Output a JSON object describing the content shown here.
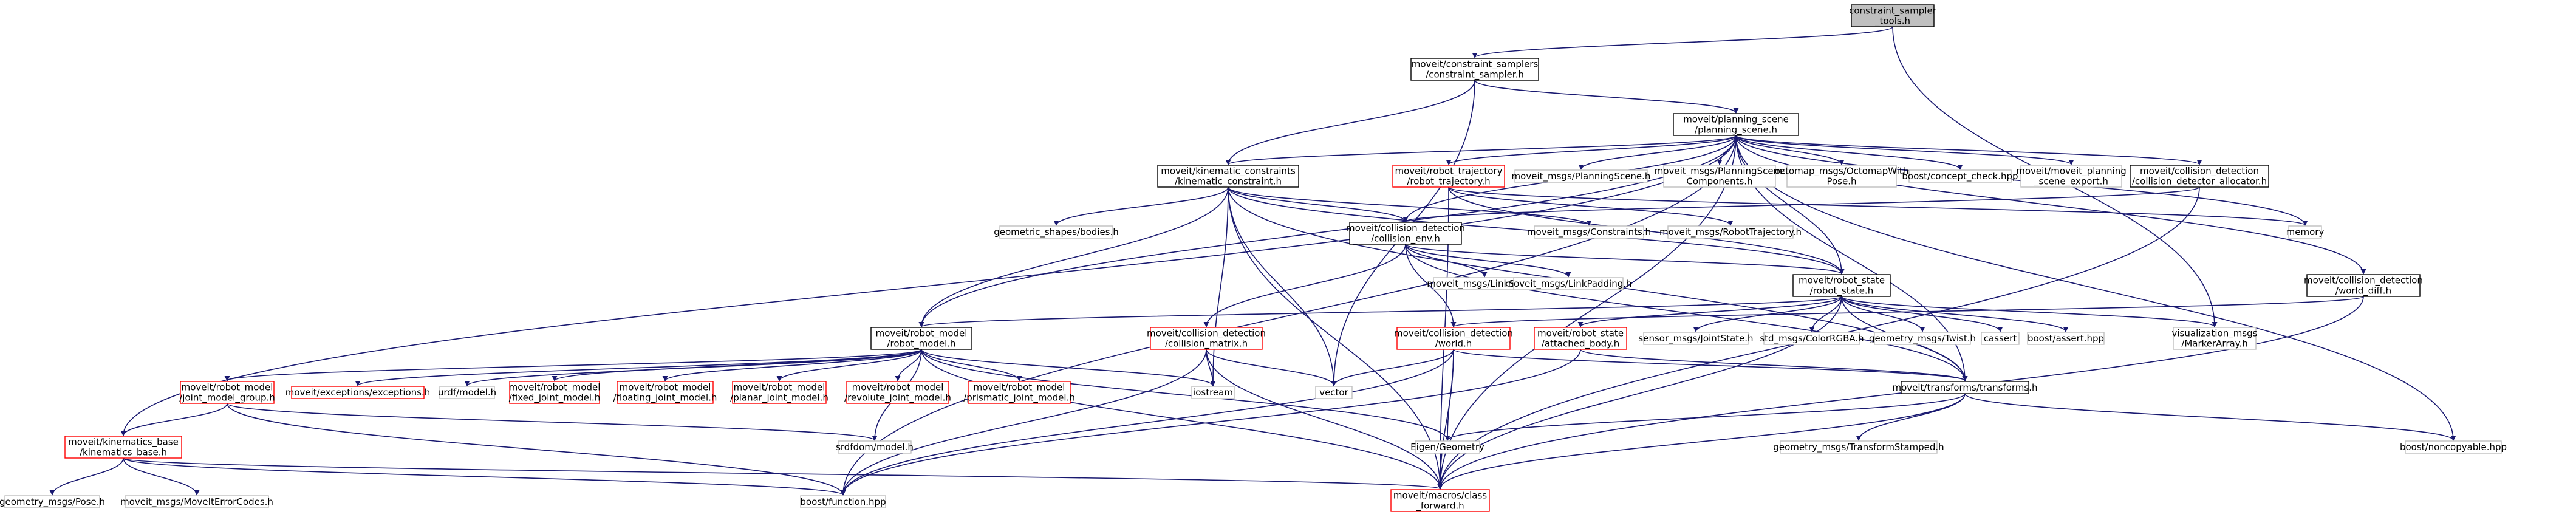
{
  "colors": {
    "edge": "#191970",
    "root_fill": "#bfbfbf",
    "normal_border": "#000000",
    "red_border": "#ff0000",
    "grey_border": "#bfbfbf"
  },
  "nodes": [
    {
      "id": "n_root",
      "kind": "root",
      "lines": [
        "constraint_sampler",
        "_tools.h"
      ]
    },
    {
      "id": "n_cs",
      "kind": "normal",
      "lines": [
        "moveit/constraint_samplers",
        "/constraint_sampler.h"
      ]
    },
    {
      "id": "n_ps",
      "kind": "normal",
      "lines": [
        "moveit/planning_scene",
        "/planning_scene.h"
      ]
    },
    {
      "id": "n_kc",
      "kind": "normal",
      "lines": [
        "moveit/kinematic_constraints",
        "/kinematic_constraint.h"
      ]
    },
    {
      "id": "n_rt",
      "kind": "red",
      "lines": [
        "moveit/robot_trajectory",
        "/robot_trajectory.h"
      ]
    },
    {
      "id": "n_mps",
      "kind": "grey",
      "lines": [
        "moveit_msgs/PlanningScene.h"
      ]
    },
    {
      "id": "n_mpsc",
      "kind": "grey",
      "lines": [
        "moveit_msgs/PlanningScene",
        "Components.h"
      ]
    },
    {
      "id": "n_om",
      "kind": "grey",
      "lines": [
        "octomap_msgs/OctomapWith",
        "Pose.h"
      ]
    },
    {
      "id": "n_bcc",
      "kind": "grey",
      "lines": [
        "boost/concept_check.hpp"
      ]
    },
    {
      "id": "n_mpe",
      "kind": "grey",
      "lines": [
        "moveit/moveit_planning",
        "_scene_export.h"
      ]
    },
    {
      "id": "n_cda",
      "kind": "normal",
      "lines": [
        "moveit/collision_detection",
        "/collision_detector_allocator.h"
      ]
    },
    {
      "id": "n_mem",
      "kind": "grey",
      "lines": [
        "memory"
      ]
    },
    {
      "id": "n_gsb",
      "kind": "grey",
      "lines": [
        "geometric_shapes/bodies.h"
      ]
    },
    {
      "id": "n_ce",
      "kind": "normal",
      "lines": [
        "moveit/collision_detection",
        "/collision_env.h"
      ]
    },
    {
      "id": "n_con",
      "kind": "grey",
      "lines": [
        "moveit_msgs/Constraints.h"
      ]
    },
    {
      "id": "n_rtm",
      "kind": "grey",
      "lines": [
        "moveit_msgs/RobotTrajectory.h"
      ]
    },
    {
      "id": "n_ls",
      "kind": "grey",
      "lines": [
        "moveit_msgs/LinkScale.h"
      ]
    },
    {
      "id": "n_lp",
      "kind": "grey",
      "lines": [
        "moveit_msgs/LinkPadding.h"
      ]
    },
    {
      "id": "n_rs",
      "kind": "normal",
      "lines": [
        "moveit/robot_state",
        "/robot_state.h"
      ]
    },
    {
      "id": "n_wd",
      "kind": "normal",
      "lines": [
        "moveit/collision_detection",
        "/world_diff.h"
      ]
    },
    {
      "id": "n_rm",
      "kind": "normal",
      "lines": [
        "moveit/robot_model",
        "/robot_model.h"
      ]
    },
    {
      "id": "n_cm",
      "kind": "red",
      "lines": [
        "moveit/collision_detection",
        "/collision_matrix.h"
      ]
    },
    {
      "id": "n_world",
      "kind": "red",
      "lines": [
        "moveit/collision_detection",
        "/world.h"
      ]
    },
    {
      "id": "n_ab",
      "kind": "red",
      "lines": [
        "moveit/robot_state",
        "/attached_body.h"
      ]
    },
    {
      "id": "n_sjs",
      "kind": "grey",
      "lines": [
        "sensor_msgs/JointState.h"
      ]
    },
    {
      "id": "n_rgba",
      "kind": "grey",
      "lines": [
        "std_msgs/ColorRGBA.h"
      ]
    },
    {
      "id": "n_twist",
      "kind": "grey",
      "lines": [
        "geometry_msgs/Twist.h"
      ]
    },
    {
      "id": "n_cassert",
      "kind": "grey",
      "lines": [
        "cassert"
      ]
    },
    {
      "id": "n_bassert",
      "kind": "grey",
      "lines": [
        "boost/assert.hpp"
      ]
    },
    {
      "id": "n_viz",
      "kind": "grey",
      "lines": [
        "visualization_msgs",
        "/MarkerArray.h"
      ]
    },
    {
      "id": "n_jmg",
      "kind": "red",
      "lines": [
        "moveit/robot_model",
        "/joint_model_group.h"
      ]
    },
    {
      "id": "n_exc",
      "kind": "red",
      "lines": [
        "moveit/exceptions/exceptions.h"
      ]
    },
    {
      "id": "n_urdf",
      "kind": "grey",
      "lines": [
        "urdf/model.h"
      ]
    },
    {
      "id": "n_fjm",
      "kind": "red",
      "lines": [
        "moveit/robot_model",
        "/fixed_joint_model.h"
      ]
    },
    {
      "id": "n_flm",
      "kind": "red",
      "lines": [
        "moveit/robot_model",
        "/floating_joint_model.h"
      ]
    },
    {
      "id": "n_pjm",
      "kind": "red",
      "lines": [
        "moveit/robot_model",
        "/planar_joint_model.h"
      ]
    },
    {
      "id": "n_rjm",
      "kind": "red",
      "lines": [
        "moveit/robot_model",
        "/revolute_joint_model.h"
      ]
    },
    {
      "id": "n_prm",
      "kind": "red",
      "lines": [
        "moveit/robot_model",
        "/prismatic_joint_model.h"
      ]
    },
    {
      "id": "n_ios",
      "kind": "grey",
      "lines": [
        "iostream"
      ]
    },
    {
      "id": "n_vec",
      "kind": "grey",
      "lines": [
        "vector"
      ]
    },
    {
      "id": "n_tf",
      "kind": "normal",
      "lines": [
        "moveit/transforms/transforms.h"
      ]
    },
    {
      "id": "n_kb",
      "kind": "red",
      "lines": [
        "moveit/kinematics_base",
        "/kinematics_base.h"
      ]
    },
    {
      "id": "n_srdf",
      "kind": "grey",
      "lines": [
        "srdfdom/model.h"
      ]
    },
    {
      "id": "n_eig",
      "kind": "grey",
      "lines": [
        "Eigen/Geometry"
      ]
    },
    {
      "id": "n_gts",
      "kind": "grey",
      "lines": [
        "geometry_msgs/TransformStamped.h"
      ]
    },
    {
      "id": "n_bnc",
      "kind": "grey",
      "lines": [
        "boost/noncopyable.hpp"
      ]
    },
    {
      "id": "n_gpose",
      "kind": "grey",
      "lines": [
        "geometry_msgs/Pose.h"
      ]
    },
    {
      "id": "n_mec",
      "kind": "grey",
      "lines": [
        "moveit_msgs/MoveItErrorCodes.h"
      ]
    },
    {
      "id": "n_bf",
      "kind": "grey",
      "lines": [
        "boost/function.hpp"
      ]
    },
    {
      "id": "n_cf",
      "kind": "red",
      "lines": [
        "moveit/macros/class",
        "_forward.h"
      ]
    }
  ]
}
